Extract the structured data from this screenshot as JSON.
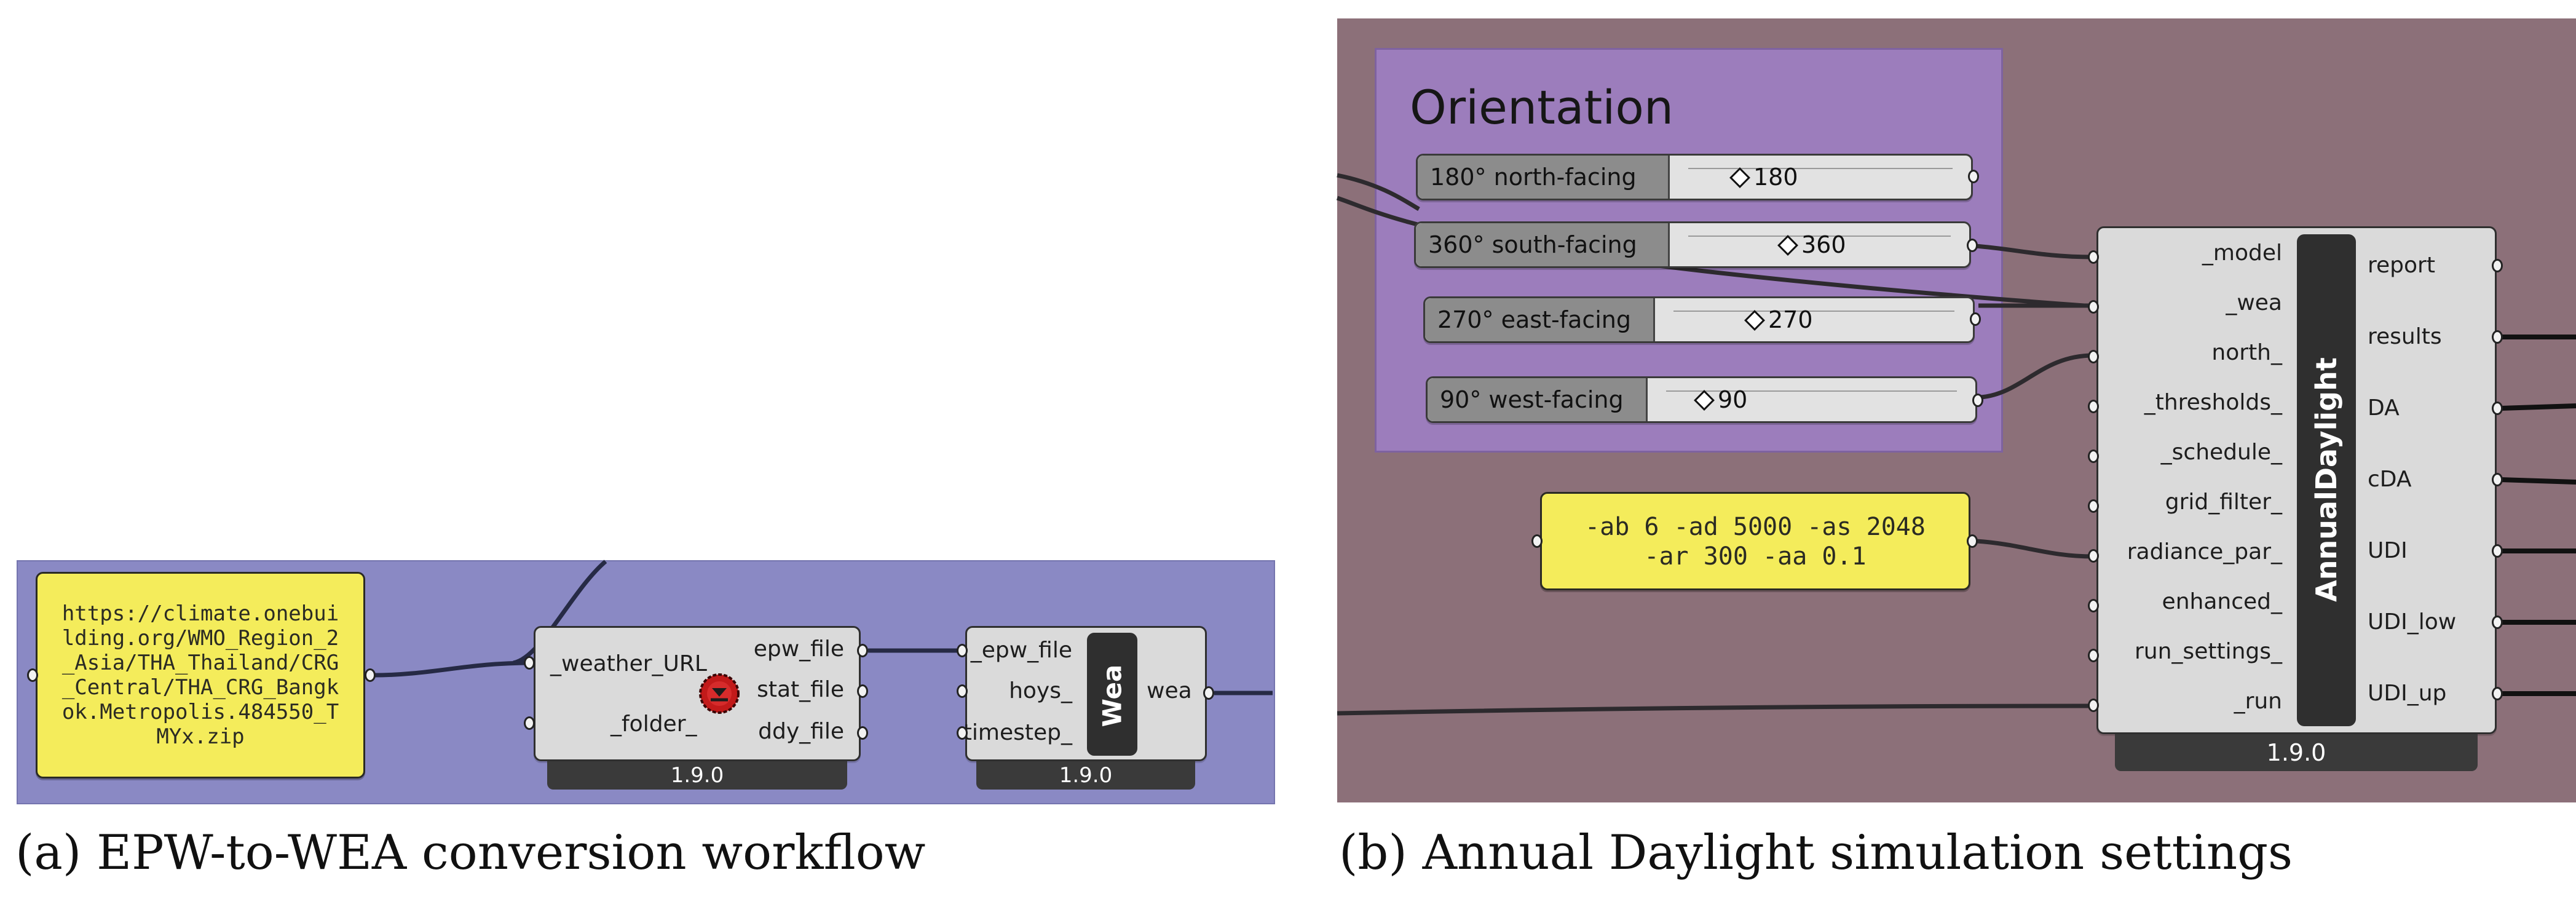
{
  "caption_a": "(a) EPW-to-WEA conversion workflow",
  "caption_b": "(b) Annual Daylight simulation settings",
  "url_panel": "https://climate.onebui\nlding.org/WMO_Region_2\n_Asia/THA_Thailand/CRG\n_Central/THA_CRG_Bangk\nok.Metropolis.484550_T\nMYx.zip",
  "radiance_panel": "-ab 6 -ad 5000 -as 2048\n-ar 300 -aa 0.1",
  "epw_component": {
    "inputs": [
      "_weather_URL",
      "_folder_"
    ],
    "outputs": [
      "epw_file",
      "stat_file",
      "ddy_file"
    ],
    "version": "1.9.0",
    "icon": "download-icon"
  },
  "wea_component": {
    "inputs": [
      "_epw_file",
      "hoys_",
      "timestep_"
    ],
    "title": "Wea",
    "outputs": [
      "wea"
    ],
    "version": "1.9.0"
  },
  "orientation_group": {
    "title": "Orientation",
    "sliders": [
      {
        "label": "180°  north-facing",
        "value": "180"
      },
      {
        "label": "360°  south-facing",
        "value": "360"
      },
      {
        "label": "270° east-facing",
        "value": "270"
      },
      {
        "label": "90° west-facing",
        "value": "90"
      }
    ]
  },
  "annual_daylight": {
    "title": "AnnualDaylight",
    "inputs": [
      "_model",
      "_wea",
      "north_",
      "_thresholds_",
      "_schedule_",
      "grid_filter_",
      "radiance_par_",
      "enhanced_",
      "run_settings_",
      "_run"
    ],
    "outputs": [
      "report",
      "results",
      "DA",
      "cDA",
      "UDI",
      "UDI_low",
      "UDI_up"
    ],
    "version": "1.9.0"
  },
  "colors": {
    "canvas_a": "#8a89c4",
    "canvas_b": "#8c7079",
    "group_orientation": "#9c7dbc",
    "panel": "#f4ec5b",
    "component": "#dadada"
  }
}
